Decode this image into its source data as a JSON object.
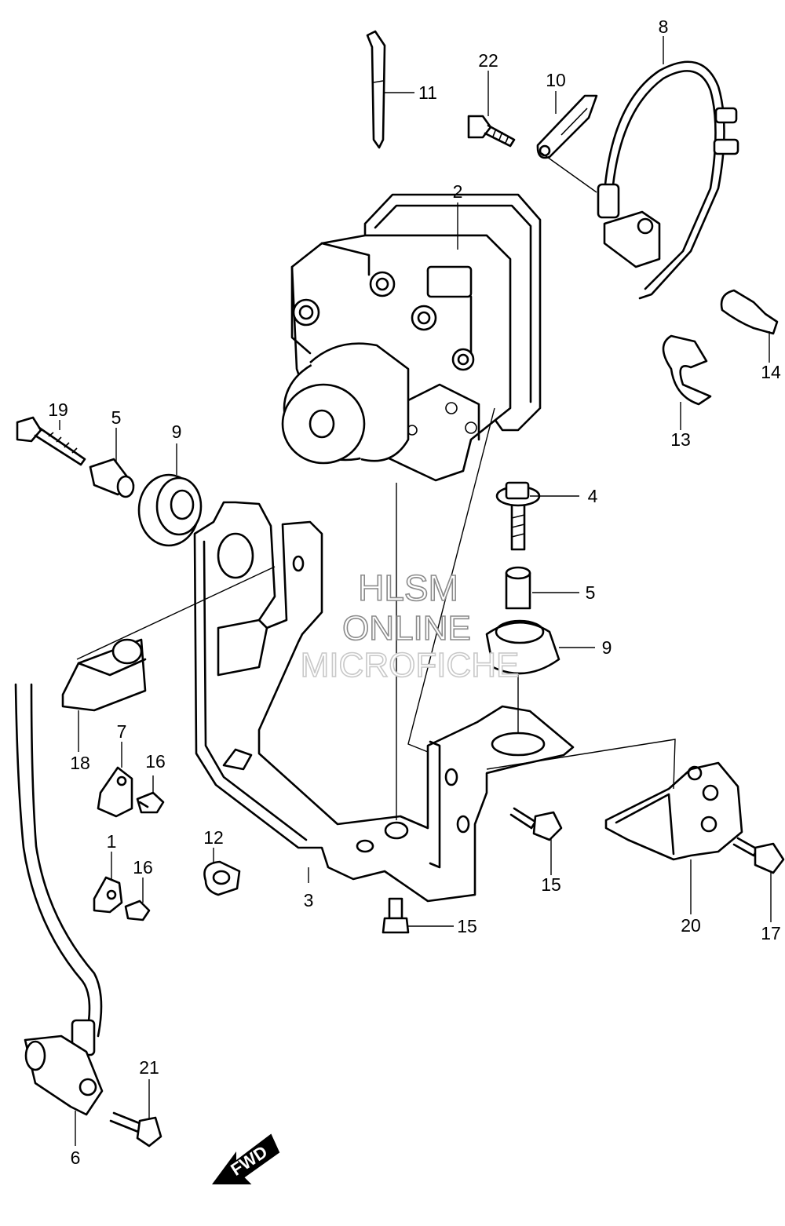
{
  "diagram": {
    "watermark": [
      "HLSM",
      "ONLINE",
      "MICROFICHE"
    ],
    "direction_label": "FWD",
    "callouts": [
      {
        "id": "c1",
        "label": "1"
      },
      {
        "id": "c2",
        "label": "2"
      },
      {
        "id": "c3",
        "label": "3"
      },
      {
        "id": "c4",
        "label": "4"
      },
      {
        "id": "c5a",
        "label": "5"
      },
      {
        "id": "c5b",
        "label": "5"
      },
      {
        "id": "c6",
        "label": "6"
      },
      {
        "id": "c7",
        "label": "7"
      },
      {
        "id": "c8",
        "label": "8"
      },
      {
        "id": "c9a",
        "label": "9"
      },
      {
        "id": "c9b",
        "label": "9"
      },
      {
        "id": "c10",
        "label": "10"
      },
      {
        "id": "c11",
        "label": "11"
      },
      {
        "id": "c12",
        "label": "12"
      },
      {
        "id": "c13",
        "label": "13"
      },
      {
        "id": "c14",
        "label": "14"
      },
      {
        "id": "c15a",
        "label": "15"
      },
      {
        "id": "c15b",
        "label": "15"
      },
      {
        "id": "c16a",
        "label": "16"
      },
      {
        "id": "c16b",
        "label": "16"
      },
      {
        "id": "c17",
        "label": "17"
      },
      {
        "id": "c18",
        "label": "18"
      },
      {
        "id": "c19",
        "label": "19"
      },
      {
        "id": "c20",
        "label": "20"
      },
      {
        "id": "c21",
        "label": "21"
      },
      {
        "id": "c22",
        "label": "22"
      }
    ]
  }
}
